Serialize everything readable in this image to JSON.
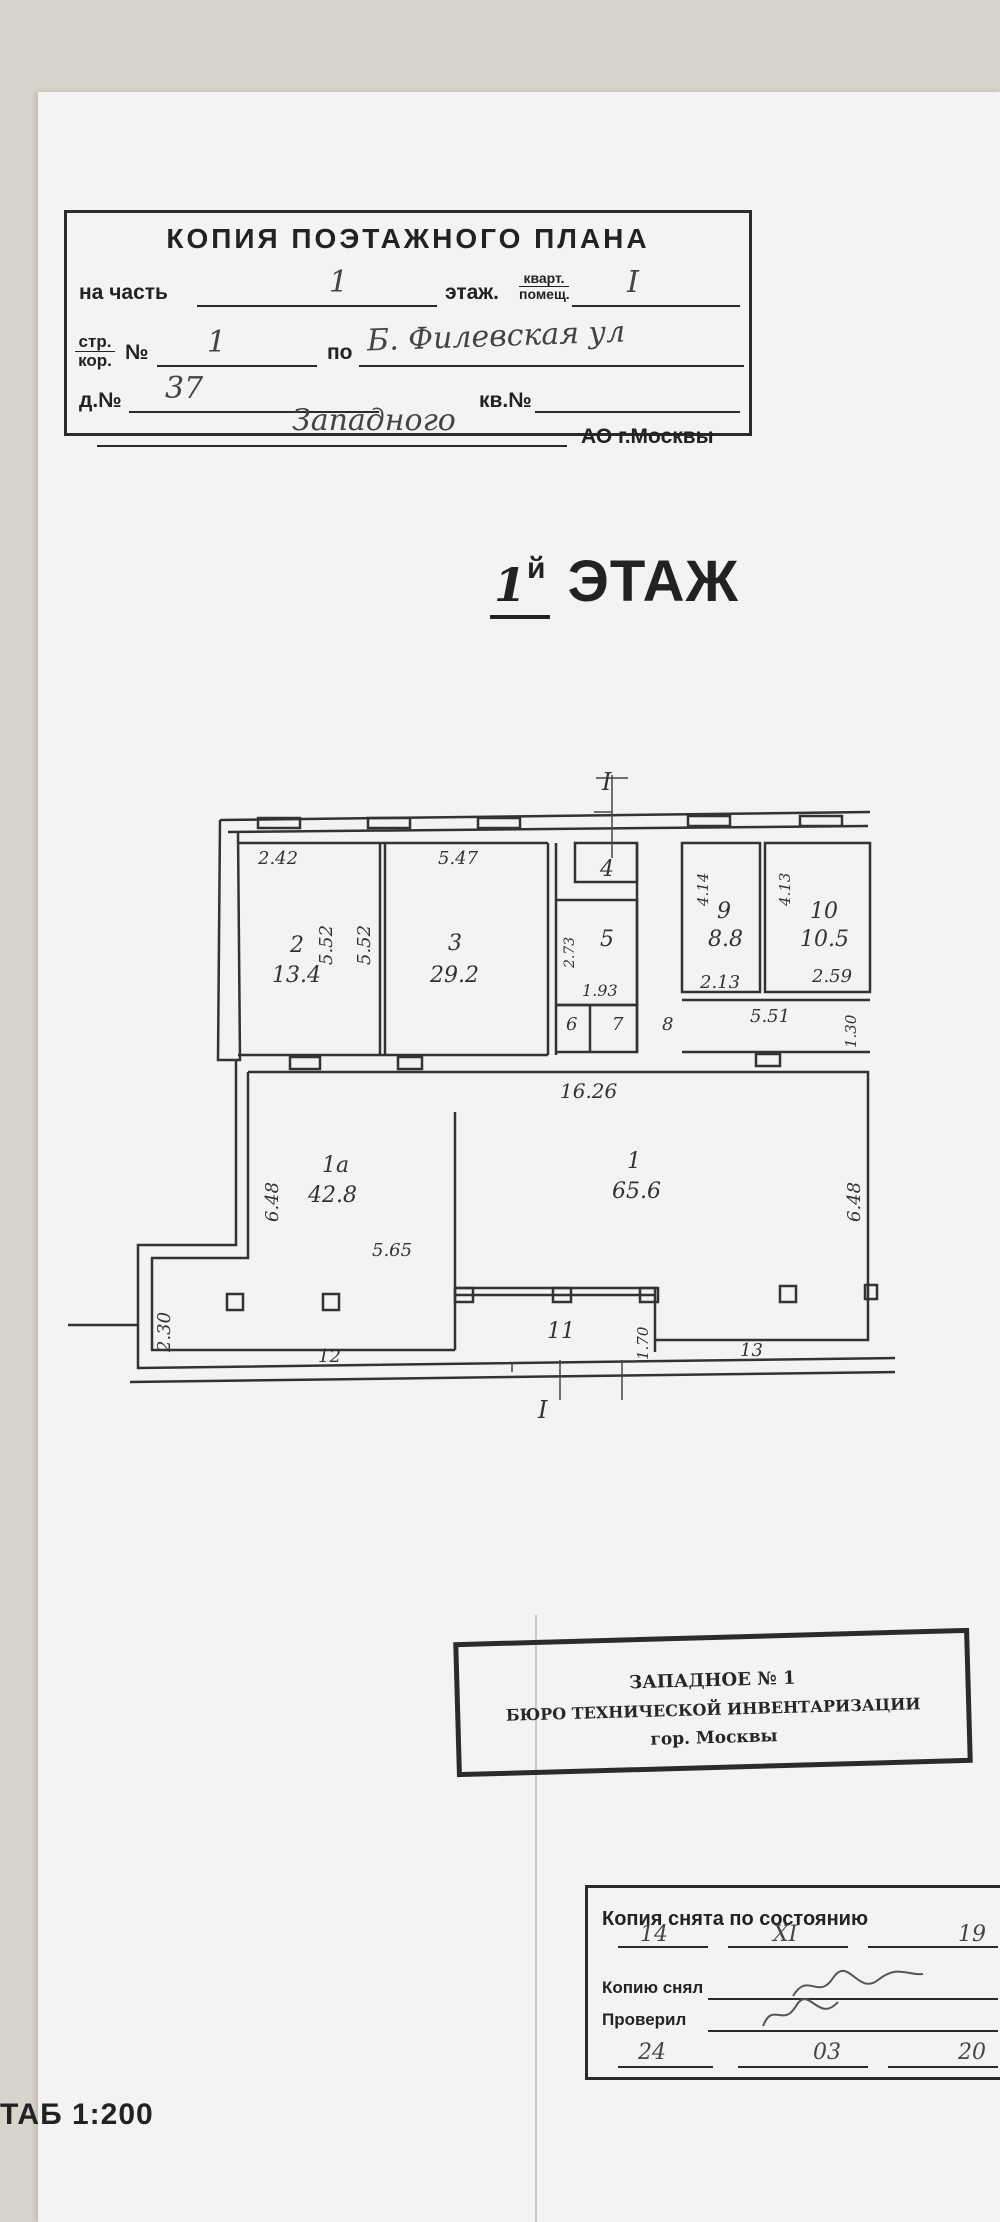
{
  "header_stamp": {
    "title": "КОПИЯ ПОЭТАЖНОГО ПЛАНА",
    "part_label": "на часть",
    "part_value": "1",
    "floor_label": "этаж.",
    "kvart_top": "кварт.",
    "kvart_bottom": "помещ.",
    "floor_value": "I",
    "str_top": "стр.",
    "str_bottom": "кор.",
    "num_label": "№",
    "num_value": "1",
    "street_label": "по",
    "street_value": "Б. Филевская ул",
    "house_label": "д.№",
    "house_value": "37",
    "apt_label": "кв.№",
    "district_value": "Западного",
    "city_label": "АО г.Москвы"
  },
  "floor_title": {
    "number": "1",
    "suffix": "й",
    "word": "ЭТАЖ"
  },
  "plan": {
    "section_mark": "I",
    "rooms": [
      {
        "id": "2",
        "area": "13.4"
      },
      {
        "id": "3",
        "area": "29.2"
      },
      {
        "id": "4"
      },
      {
        "id": "5"
      },
      {
        "id": "6"
      },
      {
        "id": "7"
      },
      {
        "id": "8"
      },
      {
        "id": "9",
        "area": "8.8"
      },
      {
        "id": "10",
        "area": "10.5"
      },
      {
        "id": "1а",
        "area": "42.8"
      },
      {
        "id": "1",
        "area": "65.6"
      },
      {
        "id": "11"
      },
      {
        "id": "12"
      },
      {
        "id": "13"
      }
    ],
    "dimensions": [
      "2.42",
      "5.47",
      "5.52",
      "5.52",
      "2.73",
      "1.93",
      "4.14",
      "4.13",
      "2.13",
      "2.59",
      "5.51",
      "1.30",
      "16.26",
      "6.48",
      "6.48",
      "5.65",
      "2.30",
      "1.70"
    ]
  },
  "bti_stamp": {
    "line1": "ЗАПАДНОЕ № 1",
    "line2": "БЮРО ТЕХНИЧЕСКОЙ ИНВЕНТАРИЗАЦИИ",
    "line3": "гор. Москвы"
  },
  "copy_stamp": {
    "line1": "Копия снята по состоянию",
    "day1": "14",
    "month1": "XI",
    "year1": "19",
    "copied_label": "Копию снял",
    "checked_label": "Проверил",
    "day2": "24",
    "month2": "03",
    "year2": "20"
  },
  "scale": "ТАБ 1:200"
}
